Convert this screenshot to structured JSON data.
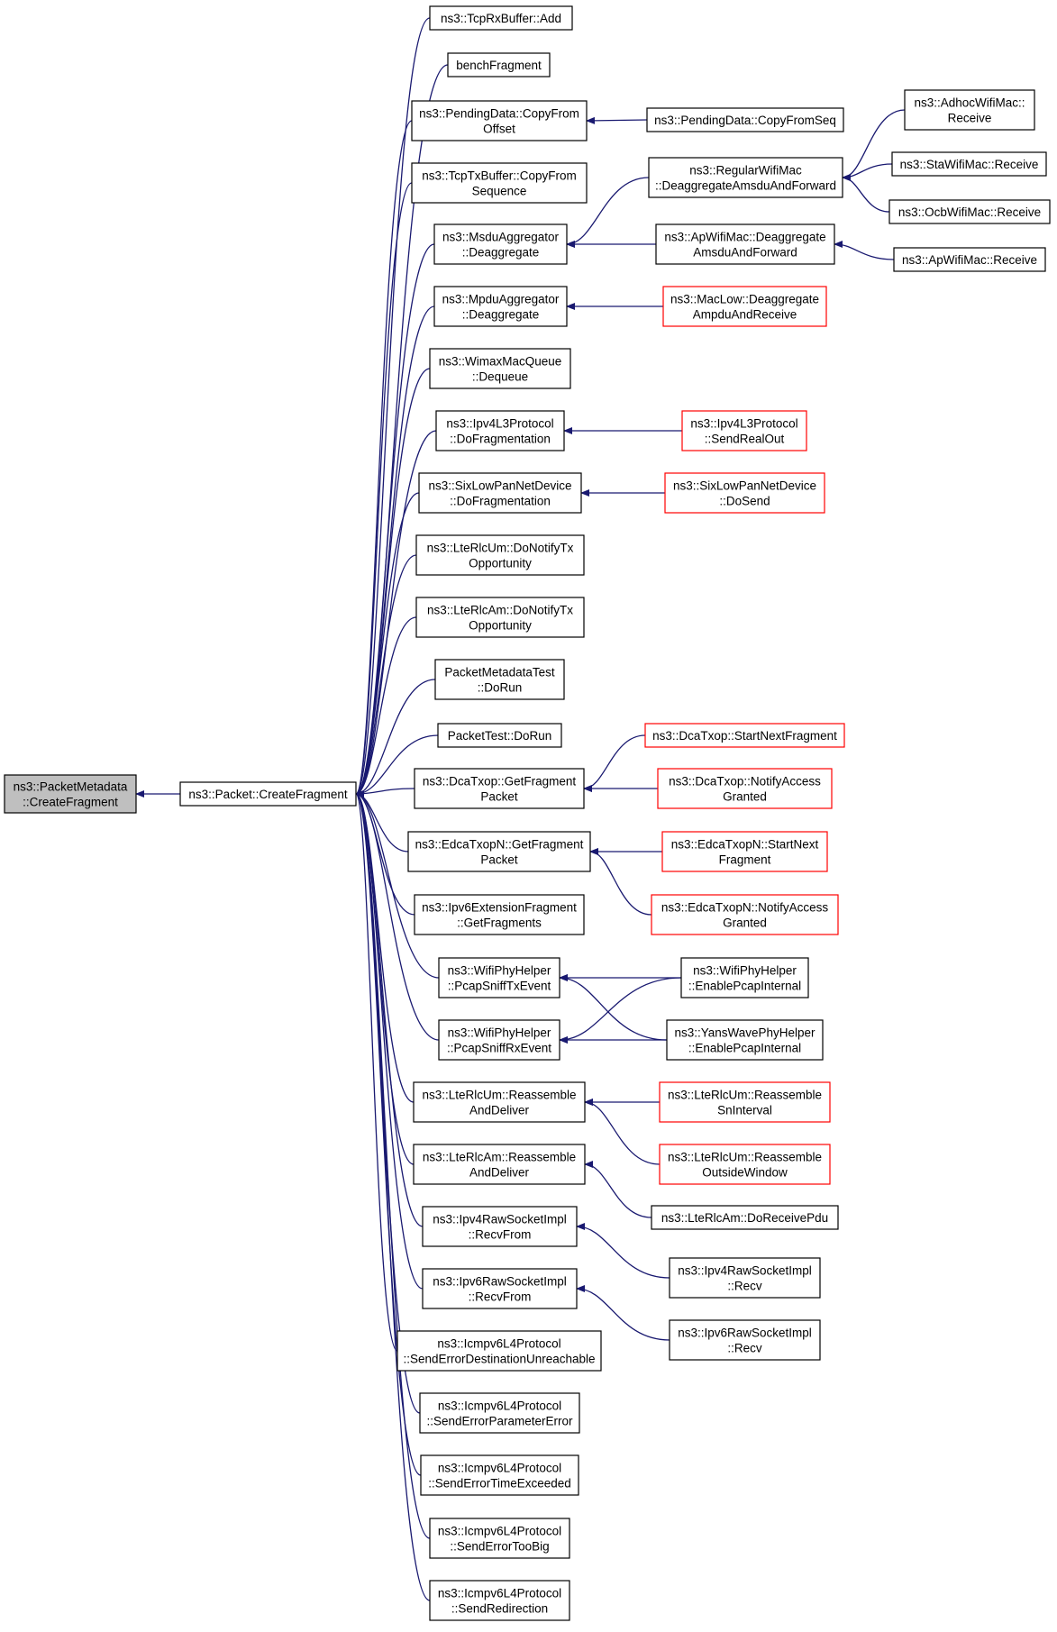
{
  "colors": {
    "edge": "#191970",
    "node_border": "#000000",
    "node_border_truncated": "#ff0000",
    "focus_fill": "#bfbfbf"
  },
  "nodes": {
    "focus": {
      "lines": [
        "ns3::PacketMetadata",
        "::CreateFragment"
      ],
      "style": "focus"
    },
    "pkt": {
      "lines": [
        "ns3::Packet::CreateFragment"
      ]
    },
    "c1": {
      "lines": [
        "ns3::TcpRxBuffer::Add"
      ]
    },
    "c2": {
      "lines": [
        "benchFragment"
      ]
    },
    "c3": {
      "lines": [
        "ns3::PendingData::CopyFrom",
        "Offset"
      ]
    },
    "c4": {
      "lines": [
        "ns3::TcpTxBuffer::CopyFrom",
        "Sequence"
      ]
    },
    "c5": {
      "lines": [
        "ns3::MsduAggregator",
        "::Deaggregate"
      ]
    },
    "c6": {
      "lines": [
        "ns3::MpduAggregator",
        "::Deaggregate"
      ]
    },
    "c7": {
      "lines": [
        "ns3::WimaxMacQueue",
        "::Dequeue"
      ]
    },
    "c8": {
      "lines": [
        "ns3::Ipv4L3Protocol",
        "::DoFragmentation"
      ]
    },
    "c9": {
      "lines": [
        "ns3::SixLowPanNetDevice",
        "::DoFragmentation"
      ]
    },
    "c10": {
      "lines": [
        "ns3::LteRlcUm::DoNotifyTx",
        "Opportunity"
      ]
    },
    "c11": {
      "lines": [
        "ns3::LteRlcAm::DoNotifyTx",
        "Opportunity"
      ]
    },
    "c12": {
      "lines": [
        "PacketMetadataTest",
        "::DoRun"
      ]
    },
    "c13": {
      "lines": [
        "PacketTest::DoRun"
      ]
    },
    "c14": {
      "lines": [
        "ns3::DcaTxop::GetFragment",
        "Packet"
      ]
    },
    "c15": {
      "lines": [
        "ns3::EdcaTxopN::GetFragment",
        "Packet"
      ]
    },
    "c16": {
      "lines": [
        "ns3::Ipv6ExtensionFragment",
        "::GetFragments"
      ]
    },
    "c17": {
      "lines": [
        "ns3::WifiPhyHelper",
        "::PcapSniffTxEvent"
      ]
    },
    "c18": {
      "lines": [
        "ns3::WifiPhyHelper",
        "::PcapSniffRxEvent"
      ]
    },
    "c19": {
      "lines": [
        "ns3::LteRlcUm::Reassemble",
        "AndDeliver"
      ]
    },
    "c20": {
      "lines": [
        "ns3::LteRlcAm::Reassemble",
        "AndDeliver"
      ]
    },
    "c21": {
      "lines": [
        "ns3::Ipv4RawSocketImpl",
        "::RecvFrom"
      ]
    },
    "c22": {
      "lines": [
        "ns3::Ipv6RawSocketImpl",
        "::RecvFrom"
      ]
    },
    "c23": {
      "lines": [
        "ns3::Icmpv6L4Protocol",
        "::SendErrorDestinationUnreachable"
      ]
    },
    "c24": {
      "lines": [
        "ns3::Icmpv6L4Protocol",
        "::SendErrorParameterError"
      ]
    },
    "c25": {
      "lines": [
        "ns3::Icmpv6L4Protocol",
        "::SendErrorTimeExceeded"
      ]
    },
    "c26": {
      "lines": [
        "ns3::Icmpv6L4Protocol",
        "::SendErrorTooBig"
      ]
    },
    "c27": {
      "lines": [
        "ns3::Icmpv6L4Protocol",
        "::SendRedirection"
      ]
    },
    "d1": {
      "lines": [
        "ns3::PendingData::CopyFromSeq"
      ]
    },
    "d2": {
      "lines": [
        "ns3::RegularWifiMac",
        "::DeaggregateAmsduAndForward"
      ]
    },
    "d3": {
      "lines": [
        "ns3::ApWifiMac::Deaggregate",
        "AmsduAndForward"
      ]
    },
    "d4": {
      "lines": [
        "ns3::MacLow::Deaggregate",
        "AmpduAndReceive"
      ],
      "style": "red"
    },
    "d5": {
      "lines": [
        "ns3::Ipv4L3Protocol",
        "::SendRealOut"
      ],
      "style": "red"
    },
    "d6": {
      "lines": [
        "ns3::SixLowPanNetDevice",
        "::DoSend"
      ],
      "style": "red"
    },
    "d7": {
      "lines": [
        "ns3::DcaTxop::StartNextFragment"
      ],
      "style": "red"
    },
    "d8": {
      "lines": [
        "ns3::DcaTxop::NotifyAccess",
        "Granted"
      ],
      "style": "red"
    },
    "d9": {
      "lines": [
        "ns3::EdcaTxopN::StartNext",
        "Fragment"
      ],
      "style": "red"
    },
    "d10": {
      "lines": [
        "ns3::EdcaTxopN::NotifyAccess",
        "Granted"
      ],
      "style": "red"
    },
    "d11": {
      "lines": [
        "ns3::WifiPhyHelper",
        "::EnablePcapInternal"
      ]
    },
    "d12": {
      "lines": [
        "ns3::YansWavePhyHelper",
        "::EnablePcapInternal"
      ]
    },
    "d13": {
      "lines": [
        "ns3::LteRlcUm::Reassemble",
        "SnInterval"
      ],
      "style": "red"
    },
    "d14": {
      "lines": [
        "ns3::LteRlcUm::Reassemble",
        "OutsideWindow"
      ],
      "style": "red"
    },
    "d15": {
      "lines": [
        "ns3::LteRlcAm::DoReceivePdu"
      ]
    },
    "d16": {
      "lines": [
        "ns3::Ipv4RawSocketImpl",
        "::Recv"
      ]
    },
    "d17": {
      "lines": [
        "ns3::Ipv6RawSocketImpl",
        "::Recv"
      ]
    },
    "e1": {
      "lines": [
        "ns3::AdhocWifiMac::",
        "Receive"
      ]
    },
    "e2": {
      "lines": [
        "ns3::StaWifiMac::Receive"
      ]
    },
    "e3": {
      "lines": [
        "ns3::OcbWifiMac::Receive"
      ]
    },
    "e4": {
      "lines": [
        "ns3::ApWifiMac::Receive"
      ]
    }
  },
  "edges": [
    [
      "pkt",
      "focus"
    ],
    [
      "c1",
      "pkt"
    ],
    [
      "c2",
      "pkt"
    ],
    [
      "c3",
      "pkt"
    ],
    [
      "c4",
      "pkt"
    ],
    [
      "c5",
      "pkt"
    ],
    [
      "c6",
      "pkt"
    ],
    [
      "c7",
      "pkt"
    ],
    [
      "c8",
      "pkt"
    ],
    [
      "c9",
      "pkt"
    ],
    [
      "c10",
      "pkt"
    ],
    [
      "c11",
      "pkt"
    ],
    [
      "c12",
      "pkt"
    ],
    [
      "c13",
      "pkt"
    ],
    [
      "c14",
      "pkt"
    ],
    [
      "c15",
      "pkt"
    ],
    [
      "c16",
      "pkt"
    ],
    [
      "c17",
      "pkt"
    ],
    [
      "c18",
      "pkt"
    ],
    [
      "c19",
      "pkt"
    ],
    [
      "c20",
      "pkt"
    ],
    [
      "c21",
      "pkt"
    ],
    [
      "c22",
      "pkt"
    ],
    [
      "c23",
      "pkt"
    ],
    [
      "c24",
      "pkt"
    ],
    [
      "c25",
      "pkt"
    ],
    [
      "c26",
      "pkt"
    ],
    [
      "c27",
      "pkt"
    ],
    [
      "d1",
      "c3"
    ],
    [
      "d2",
      "c5"
    ],
    [
      "d3",
      "c5"
    ],
    [
      "d4",
      "c6"
    ],
    [
      "d5",
      "c8"
    ],
    [
      "d6",
      "c9"
    ],
    [
      "d7",
      "c14"
    ],
    [
      "d8",
      "c14"
    ],
    [
      "d9",
      "c15"
    ],
    [
      "d10",
      "c15"
    ],
    [
      "d11",
      "c17"
    ],
    [
      "d11",
      "c18"
    ],
    [
      "d12",
      "c17"
    ],
    [
      "d12",
      "c18"
    ],
    [
      "d13",
      "c19"
    ],
    [
      "d14",
      "c19"
    ],
    [
      "d15",
      "c20"
    ],
    [
      "d16",
      "c21"
    ],
    [
      "d17",
      "c22"
    ],
    [
      "e1",
      "d2"
    ],
    [
      "e2",
      "d2"
    ],
    [
      "e3",
      "d2"
    ],
    [
      "e4",
      "d3"
    ]
  ]
}
